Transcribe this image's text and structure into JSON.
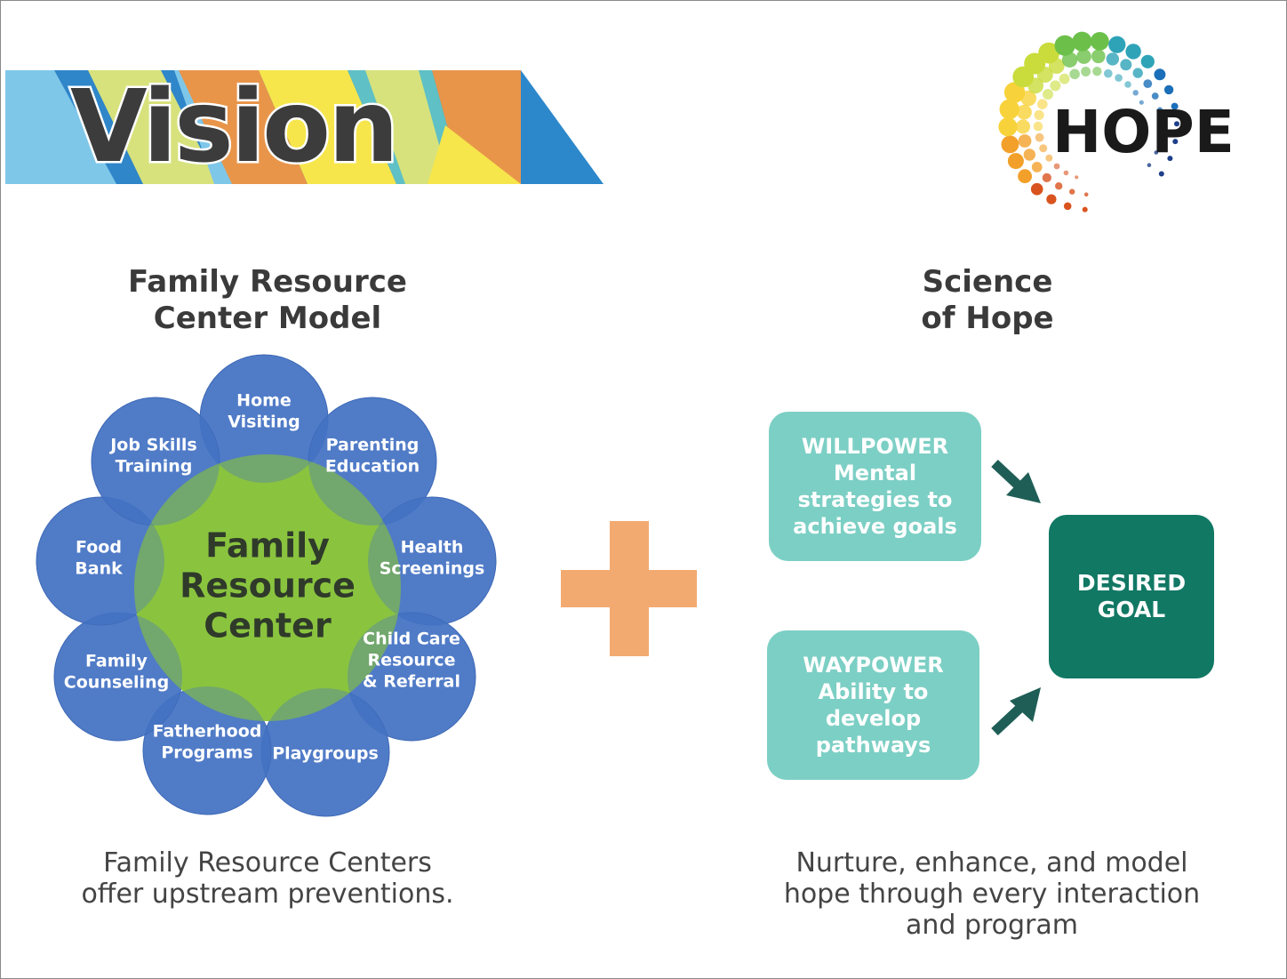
{
  "banner": {
    "title": "Vision",
    "stripe_colors": [
      "#2f86c9",
      "#7fc7e9",
      "#d7e27c",
      "#e8954a",
      "#f6e64c",
      "#5fc0c6",
      "#2d88cb"
    ]
  },
  "logo": {
    "text": "HOPE",
    "dot_colors": [
      "#d9531e",
      "#f2a02a",
      "#f7d23a",
      "#c9dc3b",
      "#6cc04a",
      "#2ea3b7",
      "#1b6fb8",
      "#1e3f8a"
    ]
  },
  "frc_model": {
    "heading_lines": [
      "Family Resource",
      "Center Model"
    ],
    "center_lines": [
      "Family",
      "Resource",
      "Center"
    ],
    "petals": [
      {
        "lines": [
          "Home",
          "Visiting"
        ]
      },
      {
        "lines": [
          "Parenting",
          "Education"
        ]
      },
      {
        "lines": [
          "Health",
          "Screenings"
        ]
      },
      {
        "lines": [
          "Child Care",
          "Resource",
          "& Referral"
        ]
      },
      {
        "lines": [
          "Playgroups"
        ]
      },
      {
        "lines": [
          "Fatherhood",
          "Programs"
        ]
      },
      {
        "lines": [
          "Family",
          "Counseling"
        ]
      },
      {
        "lines": [
          "Food",
          "Bank"
        ]
      },
      {
        "lines": [
          "Job Skills",
          "Training"
        ]
      }
    ],
    "caption_lines": [
      "Family Resource Centers",
      "offer upstream preventions."
    ],
    "colors": {
      "petal": "#4472c4",
      "center": "#8ac43f",
      "overlap": "#3f8f7c"
    }
  },
  "connector": {
    "icon": "plus-icon",
    "color": "#f3aa70"
  },
  "science_of_hope": {
    "heading_lines": [
      "Science",
      "of Hope"
    ],
    "willpower_lines": [
      "WILLPOWER",
      "Mental",
      "strategies to",
      "achieve goals"
    ],
    "waypower_lines": [
      "WAYPOWER",
      "Ability to",
      "develop",
      "pathways"
    ],
    "goal_lines": [
      "DESIRED",
      "GOAL"
    ],
    "caption_lines": [
      "Nurture, enhance, and model",
      "hope through every interaction",
      "and program"
    ],
    "colors": {
      "box": "#7ccfc4",
      "goal": "#117864",
      "arrow": "#1f5e56"
    }
  }
}
